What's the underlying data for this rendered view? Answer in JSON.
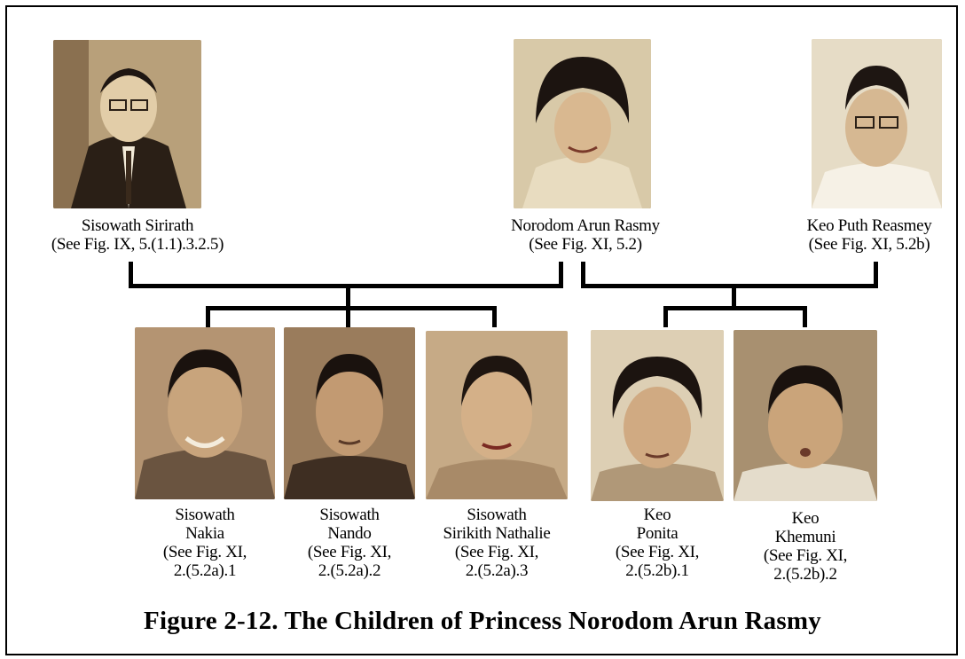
{
  "title": "Figure 2-12. The Children of Princess Norodom Arun Rasmy",
  "parents": [
    {
      "name": "Sisowath Sirirath",
      "ref": "(See Fig. IX, 5.(1.1).3.2.5)"
    },
    {
      "name": "Norodom Arun Rasmy",
      "ref": "(See Fig. XI, 5.2)"
    },
    {
      "name": "Keo Puth Reasmey",
      "ref": "(See Fig. XI, 5.2b)"
    }
  ],
  "children": [
    {
      "line1": "Sisowath",
      "line2": "Nakia",
      "line3": "(See Fig. XI,",
      "line4": "2.(5.2a).1"
    },
    {
      "line1": "Sisowath",
      "line2": "Nando",
      "line3": "(See Fig. XI,",
      "line4": "2.(5.2a).2"
    },
    {
      "line1": "Sisowath",
      "line2": "Sirikith Nathalie",
      "line3": "(See Fig. XI,",
      "line4": "2.(5.2a).3"
    },
    {
      "line1": "Keo",
      "line2": "Ponita",
      "line3": "(See Fig. XI,",
      "line4": "2.(5.2b).1"
    },
    {
      "line1": "Keo",
      "line2": "Khemuni",
      "line3": "(See Fig. XI,",
      "line4": "2.(5.2b).2"
    }
  ]
}
